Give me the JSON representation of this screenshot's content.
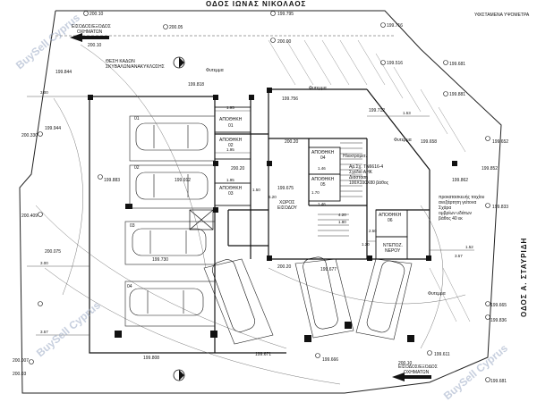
{
  "streets": {
    "top": "ΟΔΟΣ ΙΩΝΑΣ ΝΙΚΟΛΑΟΣ",
    "right": "ΟΔΟΣ Α. ΣΤΑΥΡΙΔΗ"
  },
  "watermark": "BuySell Cyprus",
  "legend_note": "ΥΦΙΣΤΑΜΕΝΑ ΥΨΟΜΕΤΡΑ",
  "entrances": [
    {
      "id": "top",
      "label_1": "ΕΙΣΟΔΟΣ/ΕΞΟΔΟΣ",
      "label_2": "ΟΧΗΜΑΤΩΝ"
    },
    {
      "id": "bottom",
      "label_1": "ΕΙΣΟΔΟΣ/ΕΞΟΔΟΣ",
      "label_2": "ΟΧΗΜΑΤΩΝ"
    }
  ],
  "recycling_note": [
    "ΘΕΣΗ ΚΑΔΩΝ",
    "ΣΚΥΒΑΛΩΝ/ΑΝΑΚΥΚΛΩΣΗΣ"
  ],
  "garden_label": "Φυτεμμα",
  "rooms": [
    {
      "id": "storage_01",
      "label": "ΑΠΟΘΗΚΗ",
      "num": "01"
    },
    {
      "id": "storage_02",
      "label": "ΑΠΟΘΗΚΗ",
      "num": "02"
    },
    {
      "id": "storage_03",
      "label": "ΑΠΟΘΗΚΗ",
      "num": "03"
    },
    {
      "id": "storage_04",
      "label": "ΑΠΟΘΗΚΗ",
      "num": "04"
    },
    {
      "id": "storage_05",
      "label": "ΑΠΟΘΗΚΗ",
      "num": "05"
    },
    {
      "id": "storage_06",
      "label": "ΑΠΟΘΗΚΗ",
      "num": "06"
    },
    {
      "id": "entrance_hall",
      "label": "ΧΩΡΟΣ",
      "num": "ΕΙΣΟΔΟΥ"
    },
    {
      "id": "water_tank",
      "label": "ΝΤΕΠΟΖ.",
      "num": "ΝΕΡΟΥ"
    },
    {
      "id": "meter_room",
      "label": "Ηλεκτρομετ.",
      "num": ""
    }
  ],
  "parking_numbers": [
    "01",
    "02",
    "03",
    "04"
  ],
  "notes": {
    "electric": [
      "Αρ.Σχ. ΤΝ6616-4",
      "Σχέδιο ΑΗΚ"
    ],
    "sizing": [
      "Διάσταση",
      "100Χ100Χ80 βάθος"
    ],
    "drainage": [
      "προκατασκευής τοιχίου",
      "ανεξάρτητη γείτονα",
      "Σχάρα",
      "ομβρίων υδάτων",
      "βάθος 40 εκ"
    ]
  },
  "levels": {
    "l1": "200.10",
    "l2": "200.05",
    "l3": "200.00",
    "l4": "200.10",
    "l5": "199.795",
    "l6": "199.716",
    "l7": "199.844",
    "l8": "199.818",
    "l9": "199.516",
    "l10": "199.681",
    "l11": "199.756",
    "l12": "199.712",
    "l13": "199.881",
    "l14": "200.330",
    "l15": "199.944",
    "l16": "199.883",
    "l17": "199.912",
    "l18": "200.20",
    "l19": "200.20",
    "l20": "199.675",
    "l21": "199.658",
    "l22": "199.862",
    "l23": "199.852",
    "l24": "199.652",
    "l25": "200.409",
    "l26": "199.833",
    "l27": "200.075",
    "l28": "199.730",
    "l29": "199.677",
    "l30": "200.20",
    "l31": "199.665",
    "l32": "199.836",
    "l33": "200.007",
    "l34": "200.03",
    "l35": "199.808",
    "l36": "199.671",
    "l37": "199.666",
    "l38": "199.611",
    "l39": "200.10",
    "l40": "199.681"
  },
  "dims": {
    "d1": "3.00",
    "d2": "3.00",
    "d3": "1.95",
    "d4": "1.95",
    "d5": "1.95",
    "d6": "1.50",
    "d7": "1.46",
    "d8": "1.46",
    "d9": "1.70",
    "d10": "4.20",
    "d11": "1.80",
    "d12": "2.50",
    "d13": "1.52",
    "d14": "3.57",
    "d15": "3.57",
    "d16": "6.20",
    "d17": "1.53",
    "d18": "1.20"
  }
}
